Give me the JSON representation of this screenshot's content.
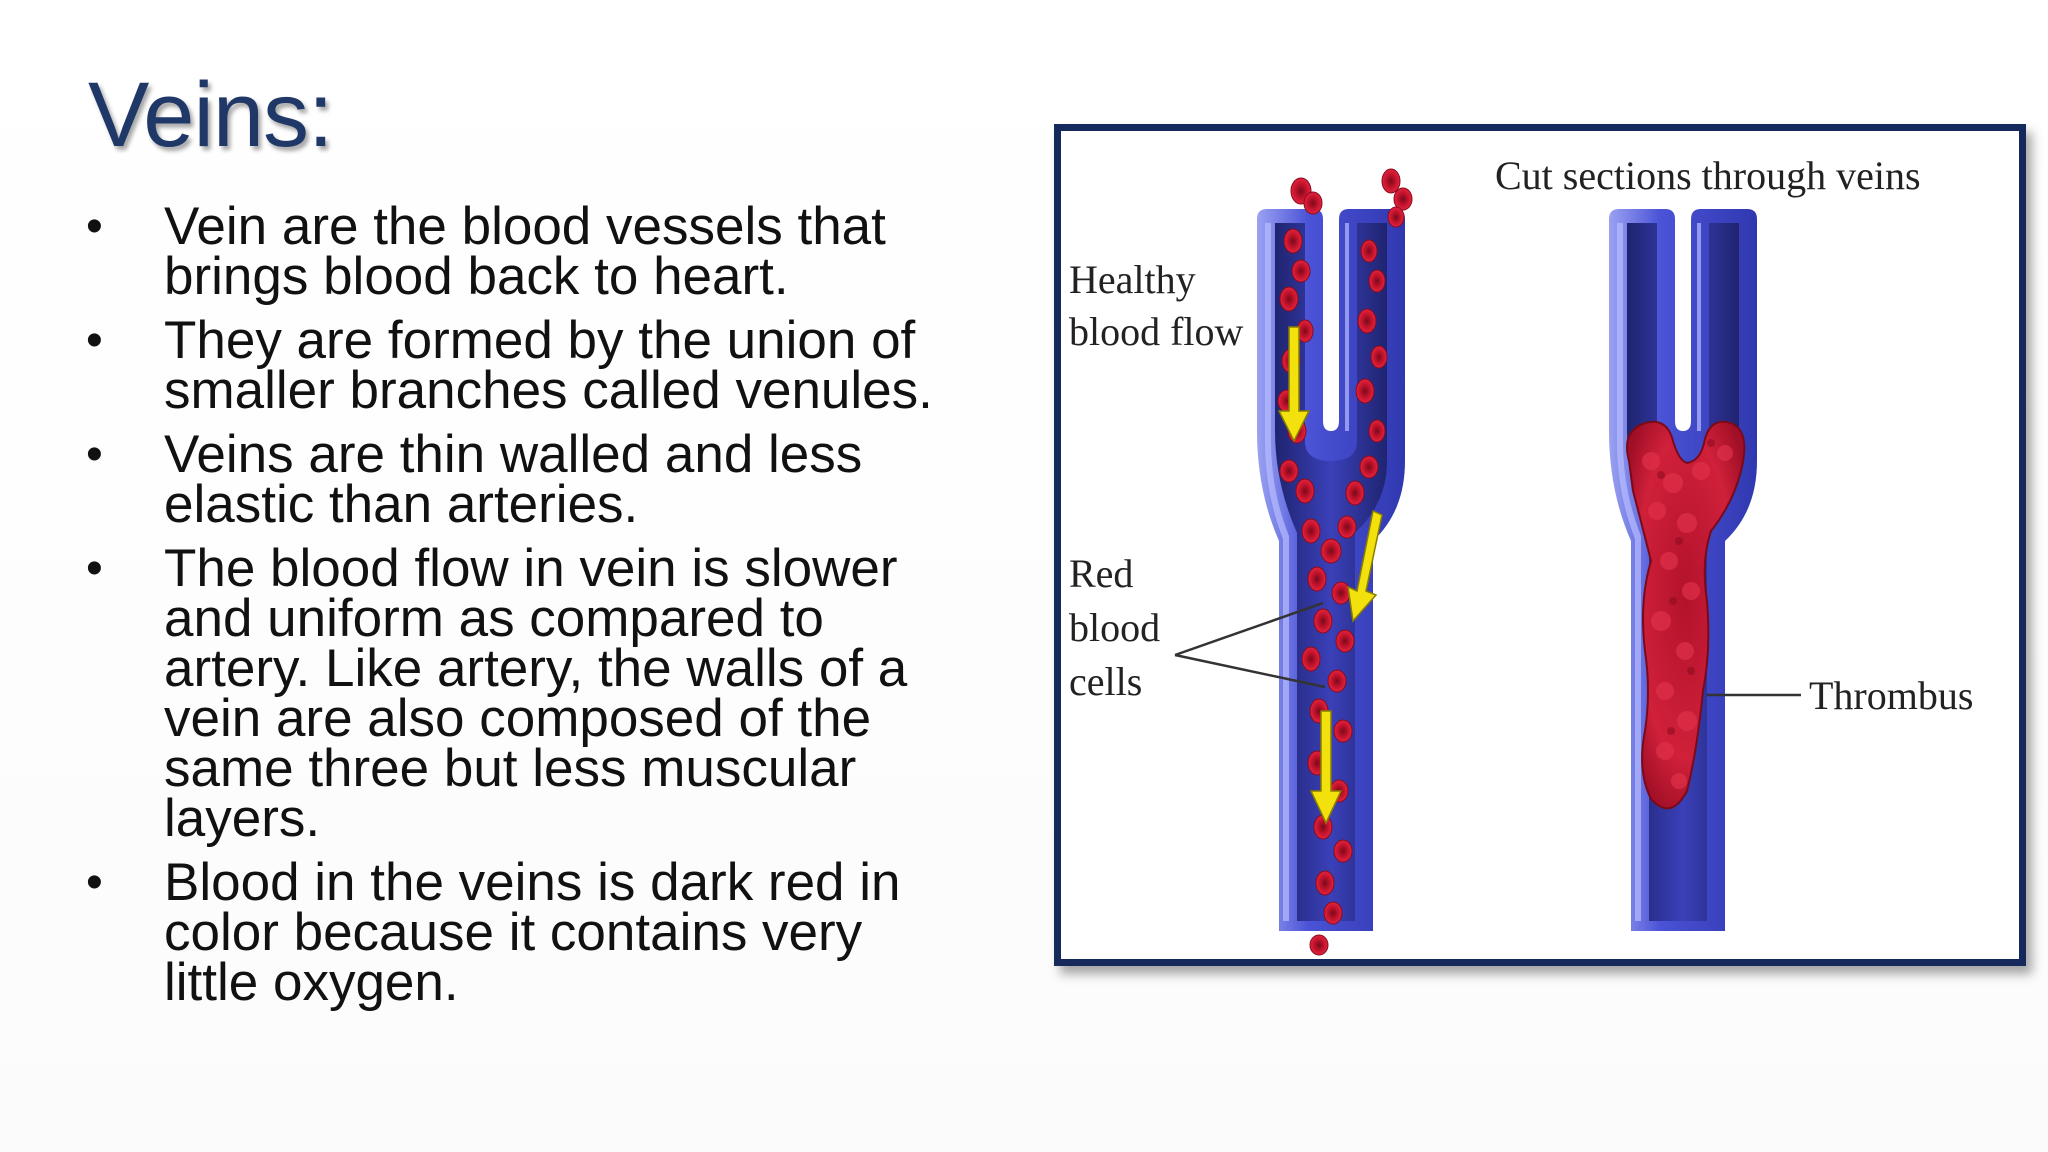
{
  "slide": {
    "title": "Veins:",
    "bullets": [
      {
        "lines": [
          "Vein are the blood vessels that",
          "brings blood back to heart."
        ]
      },
      {
        "lines": [
          "They are formed by the union of",
          "smaller branches called venules."
        ]
      },
      {
        "lines": [
          "Veins are thin walled and less",
          "elastic than arteries."
        ]
      },
      {
        "lines": [
          "The blood flow in vein is slower",
          "and uniform as compared to",
          "artery. Like artery, the walls of a",
          "vein are also composed of the",
          "same three but less muscular",
          "layers."
        ]
      },
      {
        "lines": [
          "Blood in the veins is dark red in",
          "color because it contains very",
          "little oxygen."
        ]
      }
    ],
    "bullet_glyph": "•"
  },
  "figure": {
    "heading": "Cut sections through veins",
    "labels": {
      "healthy_line1": "Healthy",
      "healthy_line2": "blood flow",
      "rbc_line1": "Red",
      "rbc_line2": "blood",
      "rbc_line3": "cells",
      "thrombus": "Thrombus"
    },
    "colors": {
      "frame": "#15295c",
      "vein_wall": "#3b43c9",
      "vein_wall_light": "#8f98f0",
      "vein_lumen": "#2a2f8a",
      "rbc": "#c0102a",
      "arrow": "#f2e10c",
      "title": "#1f3868"
    }
  }
}
